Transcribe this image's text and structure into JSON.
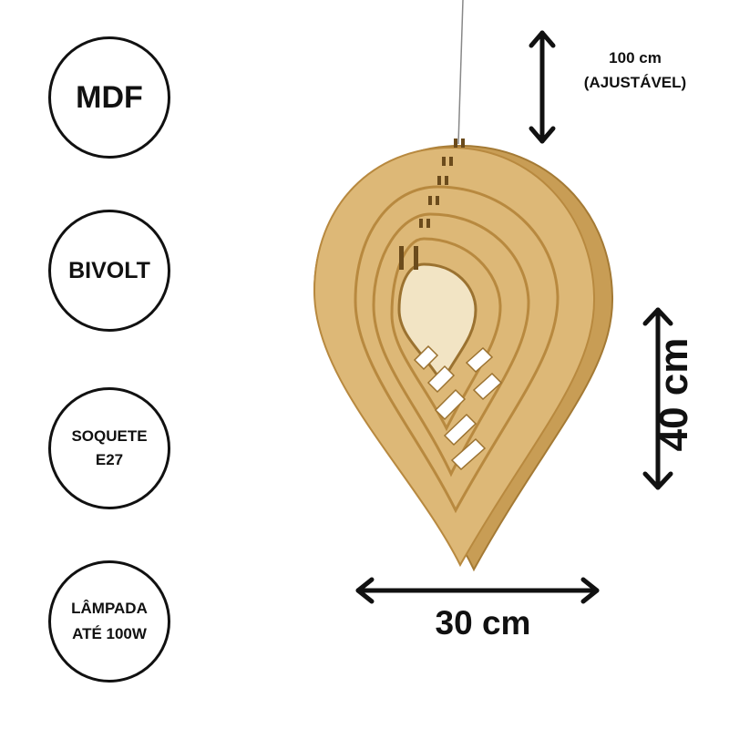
{
  "badges": {
    "material": "MDF",
    "voltage": "BIVOLT",
    "socket_line1": "SOQUETE",
    "socket_line2": "E27",
    "lamp_line1": "LÂMPADA",
    "lamp_line2": "ATÉ 100W"
  },
  "dimensions": {
    "cable_length": "100 cm",
    "cable_note": "(AJUSTÁVEL)",
    "height": "40 cm",
    "width": "30 cm"
  },
  "colors": {
    "wood": "#d9b36a",
    "wood_edge": "#b8893f",
    "wood_dark": "#6b4b1c",
    "ink": "#111111"
  }
}
